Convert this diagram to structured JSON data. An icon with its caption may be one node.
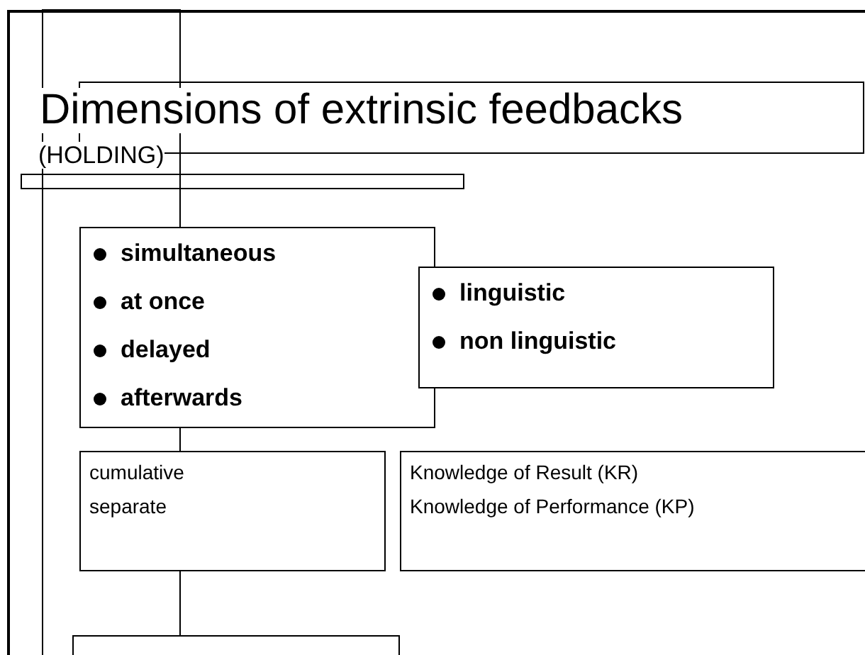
{
  "diagram": {
    "title": "Dimensions of extrinsic feedbacks",
    "nodes": [
      {
        "text": [
          "simultaneous",
          "at once",
          "delayed",
          "afterwards"
        ]
      },
      {
        "text": [
          "linguistic",
          "non linguistic"
        ]
      },
      {
        "text": [
          "cumulative",
          "separate"
        ]
      },
      {
        "text": [
          "Knowledge of Result (KR)",
          "Knowledge of Performance (KP)"
        ]
      },
      {
        "text": [],
        "shape": "box"
      }
    ],
    "edges": [
      {
        "from": 0,
        "to": 2,
        "arrow": "none"
      },
      {
        "from": 2,
        "to": 4,
        "arrow": "none"
      }
    ],
    "labels": [
      "(HOLDING)"
    ]
  }
}
